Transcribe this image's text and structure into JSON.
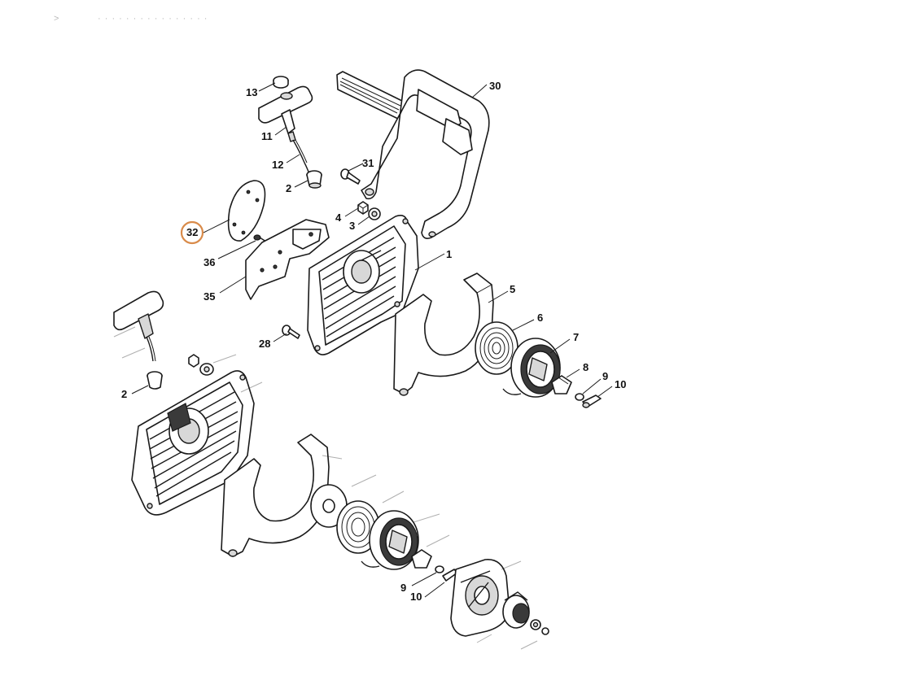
{
  "breadcrumb": {
    "chevron": ">",
    "text": "· · ·   ·  · ·  ·  ·  · ·  · ·  · ·  · ·"
  },
  "colors": {
    "highlight": "#d98b4a",
    "line": "#1a1a1a",
    "label": "#111111"
  },
  "labels": {
    "l13": "13",
    "l11": "11",
    "l12": "12",
    "l2a": "2",
    "l31": "31",
    "l30": "30",
    "l4": "4",
    "l3": "3",
    "l32": "32",
    "l36": "36",
    "l35": "35",
    "l1": "1",
    "l5": "5",
    "l6": "6",
    "l7": "7",
    "l8": "8",
    "l9a": "9",
    "l10a": "10",
    "l28": "28",
    "l2b": "2",
    "l9b": "9",
    "l10b": "10"
  },
  "highlighted_part": "32"
}
